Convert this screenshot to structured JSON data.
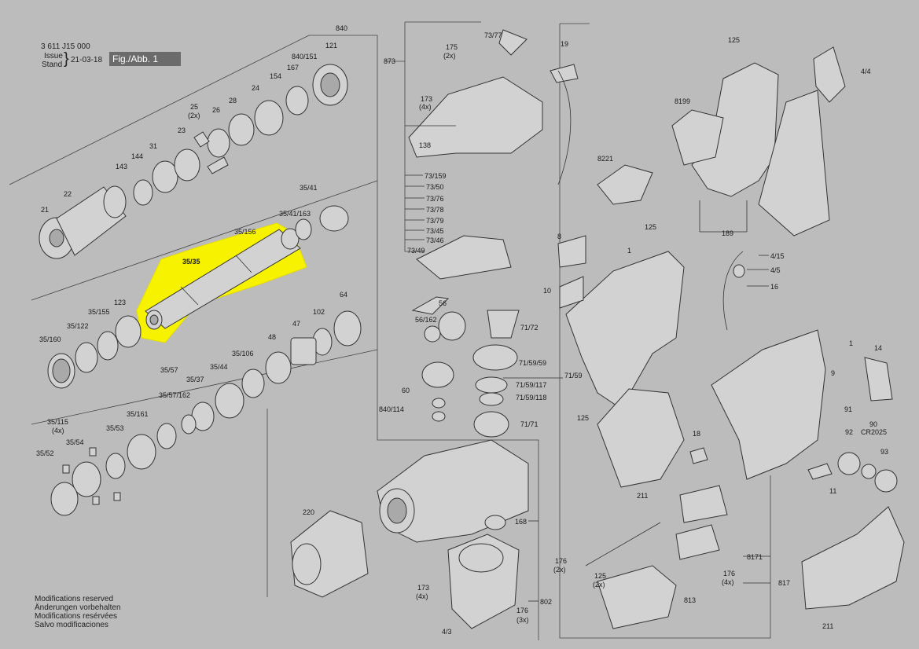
{
  "header": {
    "doc_number": "3 611 J15 000",
    "issue_label": "Issue",
    "stand_label": "Stand",
    "date": "21-03-18",
    "fig_label": "Fig./Abb. 1"
  },
  "footer": {
    "lines": [
      "Modifications reserved",
      "Änderungen vorbehalten",
      "Modifications resérvées",
      "Salvo modificaciones"
    ]
  },
  "highlight": {
    "part": "35/35",
    "color": "#f7f200"
  },
  "labels": {
    "l840": "840",
    "l873": "873",
    "l175": "175",
    "l175q": "(2x)",
    "l7377": "73/77",
    "l19": "19",
    "l173a": "173",
    "l173aq": "(4x)",
    "l138": "138",
    "l73159": "73/159",
    "l7350": "73/50",
    "l7376": "73/76",
    "l7378": "73/78",
    "l7379": "73/79",
    "l7345": "73/45",
    "l7346": "73/46",
    "l7349": "73/49",
    "l121": "121",
    "l840151": "840/151",
    "l167": "167",
    "l154": "154",
    "l24": "24",
    "l28": "28",
    "l25": "25",
    "l25q": "(2x)",
    "l26": "26",
    "l23": "23",
    "l31": "31",
    "l144": "144",
    "l143": "143",
    "l22": "22",
    "l21a": "21",
    "l3541": "35/41",
    "l3541163": "35/41/163",
    "l35156": "35/156",
    "l3535": "35/35",
    "l35155": "35/155",
    "l123": "123",
    "l35122": "35/122",
    "l35160": "35/160",
    "l64": "64",
    "l102": "102",
    "l47": "47",
    "l48": "48",
    "l35106": "35/106",
    "l3544": "35/44",
    "l3557": "35/57",
    "l3537": "35/37",
    "l3557162": "35/57/162",
    "l35161": "35/161",
    "l3553": "35/53",
    "l35115": "35/115",
    "l35115q": "(4x)",
    "l3554": "35/54",
    "l3552": "35/52",
    "l56": "56",
    "l56162": "56/162",
    "l7172": "71/72",
    "l715959": "71/59/59",
    "l7159": "71/59",
    "l7159117": "71/59/117",
    "l7159118": "71/59/118",
    "l7171": "71/71",
    "l60": "60",
    "l840114": "840/114",
    "l168": "168",
    "l220": "220",
    "l173b": "173",
    "l173bq": "(4x)",
    "l802": "802",
    "l176a": "176",
    "l176aq": "(3x)",
    "l43": "4/3",
    "l125a": "125",
    "l44": "4/4",
    "l8199": "8199",
    "l8221": "8221",
    "l189": "189",
    "l125b": "125",
    "l8": "8",
    "l1a": "1",
    "l10": "10",
    "l415": "4/15",
    "l45": "4/5",
    "l16": "16",
    "l1b": "1",
    "l14": "14",
    "l9": "9",
    "l91": "91",
    "l90": "90",
    "lcr": "CR2025",
    "l92": "92",
    "l93": "93",
    "l11": "11",
    "l18": "18",
    "l125c": "125",
    "l211a": "211",
    "l8171": "8171",
    "l176b": "176",
    "l176bq": "(2x)",
    "l125d": "125",
    "l125dq": "(2x)",
    "l176c": "176",
    "l176cq": "(4x)",
    "l813": "813",
    "l817": "817",
    "l211b": "211"
  }
}
